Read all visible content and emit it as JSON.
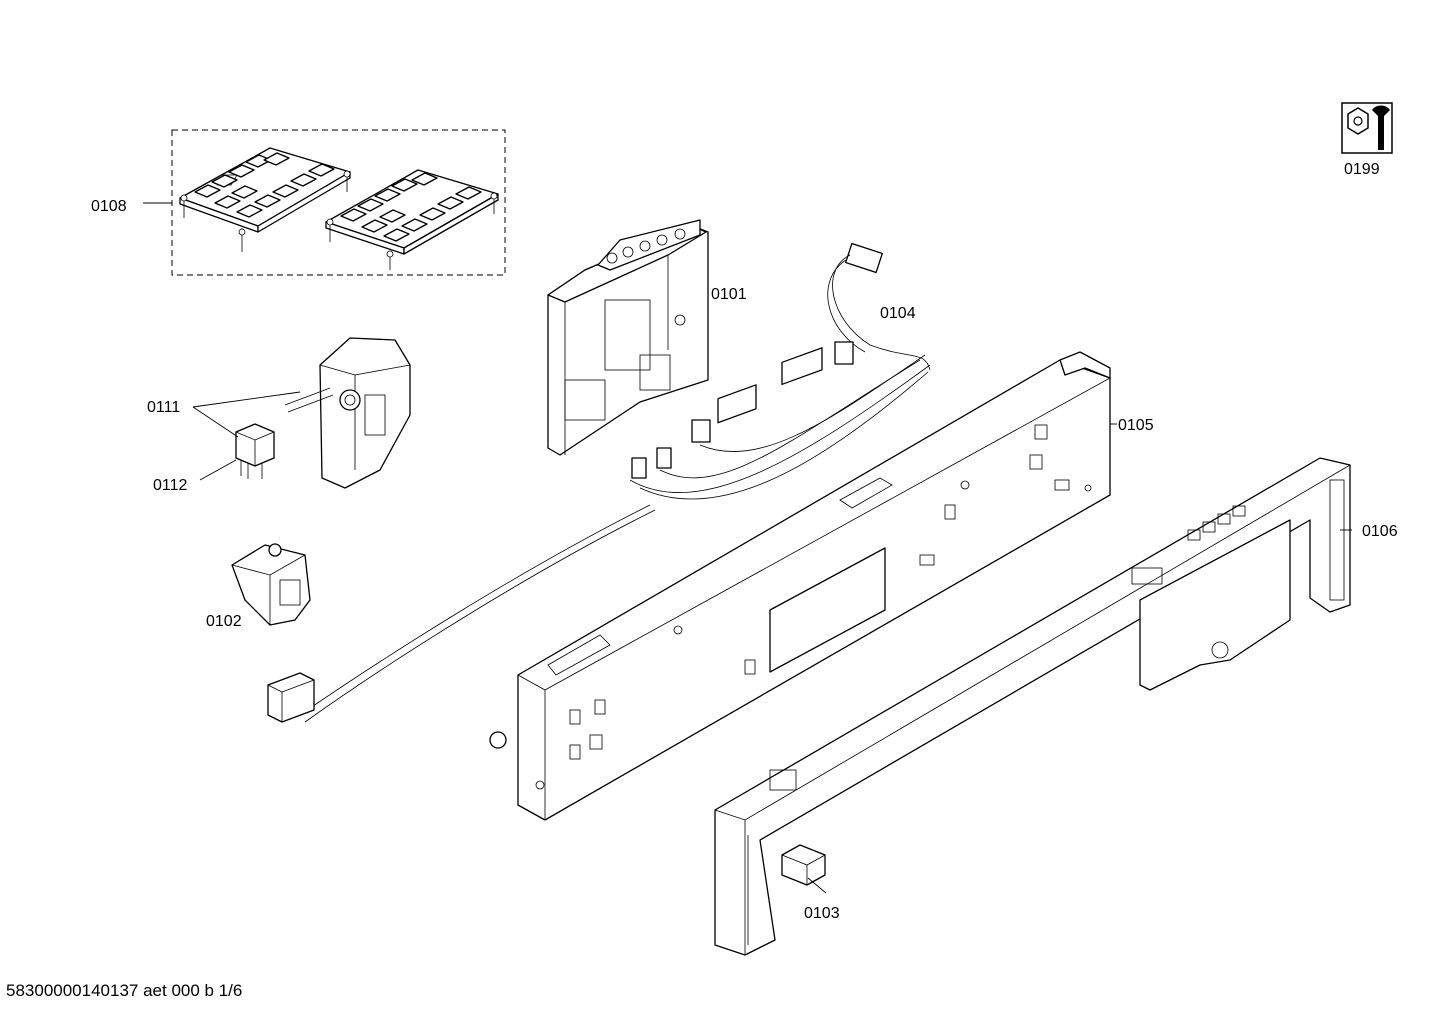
{
  "parts": [
    {
      "id": "p0108",
      "label": "0108"
    },
    {
      "id": "p0101",
      "label": "0101"
    },
    {
      "id": "p0104",
      "label": "0104"
    },
    {
      "id": "p0111",
      "label": "0111"
    },
    {
      "id": "p0112",
      "label": "0112"
    },
    {
      "id": "p0105",
      "label": "0105"
    },
    {
      "id": "p0106",
      "label": "0106"
    },
    {
      "id": "p0102",
      "label": "0102"
    },
    {
      "id": "p0103",
      "label": "0103"
    },
    {
      "id": "p0199",
      "label": "0199"
    }
  ],
  "footer": "58300000140137 aet 000 b 1/6",
  "icons": {
    "service_kit": "nut-wrench-icon"
  }
}
